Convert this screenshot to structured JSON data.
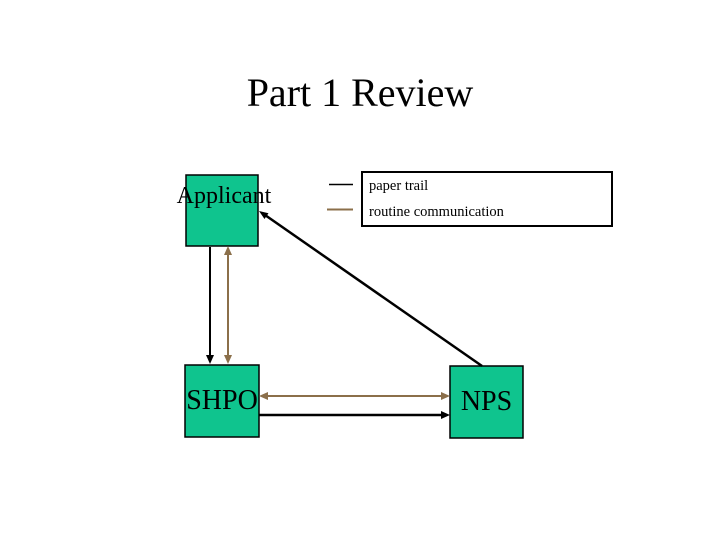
{
  "slide": {
    "title": "Part 1 Review"
  },
  "diagram": {
    "nodes": [
      {
        "id": "applicant",
        "label": "Applicant"
      },
      {
        "id": "shpo",
        "label": "SHPO"
      },
      {
        "id": "nps",
        "label": "NPS"
      }
    ],
    "edges": [
      {
        "from": "applicant",
        "to": "shpo",
        "type": "paper trail",
        "direction": "one-way"
      },
      {
        "from": "applicant",
        "to": "shpo",
        "type": "routine communication",
        "direction": "two-way"
      },
      {
        "from": "nps",
        "to": "applicant",
        "type": "paper trail",
        "direction": "one-way"
      },
      {
        "from": "shpo",
        "to": "nps",
        "type": "paper trail",
        "direction": "one-way"
      },
      {
        "from": "shpo",
        "to": "nps",
        "type": "routine communication",
        "direction": "two-way"
      }
    ]
  },
  "legend": {
    "items": [
      {
        "label": "paper trail",
        "color": "#000000"
      },
      {
        "label": "routine communication",
        "color": "#8B6F4A"
      }
    ]
  },
  "colors": {
    "background": "#FFFFFF",
    "node_fill": "#0FC48E",
    "node_border": "#000000",
    "paper_trail": "#000000",
    "routine_communication": "#8B6F4A",
    "title_text": "#000000"
  }
}
